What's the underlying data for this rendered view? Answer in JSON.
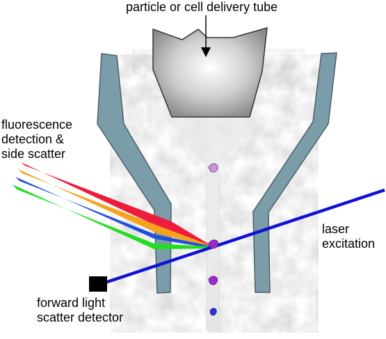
{
  "labels": {
    "delivery_tube": "particle or cell delivery tube",
    "fluorescence_line1": "fluorescence",
    "fluorescence_line2": "detection &",
    "fluorescence_line3": "side scatter",
    "laser_line1": "laser",
    "laser_line2": "excitation",
    "detector_line1": "forward light",
    "detector_line2": "scatter detector"
  },
  "colors": {
    "nozzle_wall": "#7b9ca9",
    "delivery_tube": "#c8c8c8",
    "laser_beam": "#1010d8",
    "detector": "#000000",
    "beam_red": "#ee1c3c",
    "beam_orange": "#f6a21a",
    "beam_blue": "#1f4fe0",
    "beam_green": "#22dd22",
    "particle_light": "#c896d8",
    "particle_purple": "#9a2bd0",
    "particle_blue": "#3030d8"
  },
  "icons": {
    "delivery_arrow": "arrow-down-icon",
    "detector": "square-detector-icon"
  }
}
